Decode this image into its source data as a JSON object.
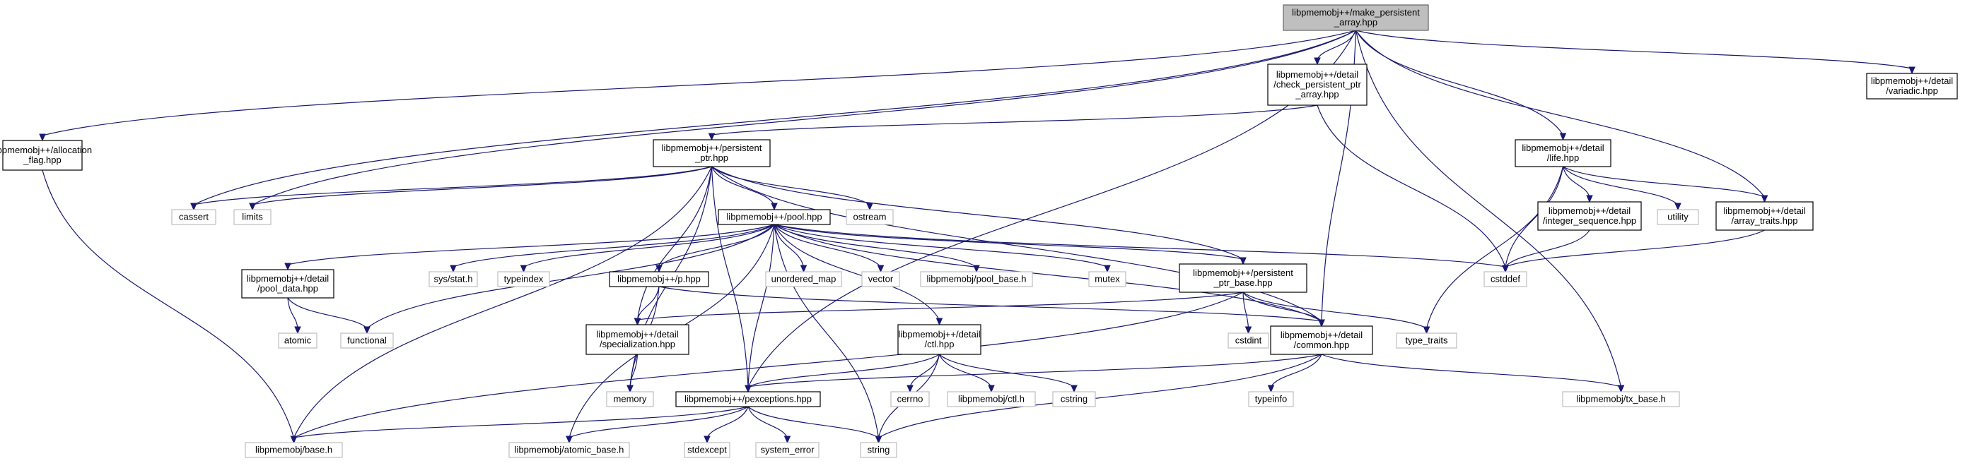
{
  "colors": {
    "edge": "#191970",
    "root_fill": "#bfbfbf",
    "node_fill": "#ffffff",
    "internal_border": "#000000",
    "external_border": "#bfbfbf"
  },
  "nodes": [
    {
      "id": "root",
      "kind": "root",
      "lines": [
        "libpmemobj++/make_persistent",
        "_array.hpp"
      ]
    },
    {
      "id": "alloc_flag",
      "kind": "internal",
      "lines": [
        "libpmemobj++/allocation",
        "_flag.hpp"
      ]
    },
    {
      "id": "check_ptr",
      "kind": "internal",
      "lines": [
        "libpmemobj++/detail",
        "/check_persistent_ptr",
        "_array.hpp"
      ]
    },
    {
      "id": "variadic",
      "kind": "internal",
      "lines": [
        "libpmemobj++/detail",
        "/variadic.hpp"
      ]
    },
    {
      "id": "persistent_ptr",
      "kind": "internal",
      "lines": [
        "libpmemobj++/persistent",
        "_ptr.hpp"
      ]
    },
    {
      "id": "life",
      "kind": "internal",
      "lines": [
        "libpmemobj++/detail",
        "/life.hpp"
      ]
    },
    {
      "id": "cassert",
      "kind": "external",
      "lines": [
        "cassert"
      ]
    },
    {
      "id": "limits",
      "kind": "external",
      "lines": [
        "limits"
      ]
    },
    {
      "id": "ostream",
      "kind": "external",
      "lines": [
        "ostream"
      ]
    },
    {
      "id": "pool",
      "kind": "internal",
      "lines": [
        "libpmemobj++/pool.hpp"
      ]
    },
    {
      "id": "integer_seq",
      "kind": "internal",
      "lines": [
        "libpmemobj++/detail",
        "/integer_sequence.hpp"
      ]
    },
    {
      "id": "utility",
      "kind": "external",
      "lines": [
        "utility"
      ]
    },
    {
      "id": "array_traits",
      "kind": "internal",
      "lines": [
        "libpmemobj++/detail",
        "/array_traits.hpp"
      ]
    },
    {
      "id": "pool_data",
      "kind": "internal",
      "lines": [
        "libpmemobj++/detail",
        "/pool_data.hpp"
      ]
    },
    {
      "id": "sys_stat",
      "kind": "external",
      "lines": [
        "sys/stat.h"
      ]
    },
    {
      "id": "typeindex",
      "kind": "external",
      "lines": [
        "typeindex"
      ]
    },
    {
      "id": "p_hpp",
      "kind": "internal",
      "lines": [
        "libpmemobj++/p.hpp"
      ]
    },
    {
      "id": "unordered_map",
      "kind": "external",
      "lines": [
        "unordered_map"
      ]
    },
    {
      "id": "vector",
      "kind": "external",
      "lines": [
        "vector"
      ]
    },
    {
      "id": "pool_base_h",
      "kind": "external",
      "lines": [
        "libpmemobj/pool_base.h"
      ]
    },
    {
      "id": "mutex",
      "kind": "external",
      "lines": [
        "mutex"
      ]
    },
    {
      "id": "ptr_base",
      "kind": "internal",
      "lines": [
        "libpmemobj++/persistent",
        "_ptr_base.hpp"
      ]
    },
    {
      "id": "cstddef",
      "kind": "external",
      "lines": [
        "cstddef"
      ]
    },
    {
      "id": "atomic",
      "kind": "external",
      "lines": [
        "atomic"
      ]
    },
    {
      "id": "functional",
      "kind": "external",
      "lines": [
        "functional"
      ]
    },
    {
      "id": "specialization",
      "kind": "internal",
      "lines": [
        "libpmemobj++/detail",
        "/specialization.hpp"
      ]
    },
    {
      "id": "ctl",
      "kind": "internal",
      "lines": [
        "libpmemobj++/detail",
        "/ctl.hpp"
      ]
    },
    {
      "id": "cstdint",
      "kind": "external",
      "lines": [
        "cstdint"
      ]
    },
    {
      "id": "common",
      "kind": "internal",
      "lines": [
        "libpmemobj++/detail",
        "/common.hpp"
      ]
    },
    {
      "id": "type_traits",
      "kind": "external",
      "lines": [
        "type_traits"
      ]
    },
    {
      "id": "memory",
      "kind": "external",
      "lines": [
        "memory"
      ]
    },
    {
      "id": "pexceptions",
      "kind": "internal",
      "lines": [
        "libpmemobj++/pexceptions.hpp"
      ]
    },
    {
      "id": "cerrno",
      "kind": "external",
      "lines": [
        "cerrno"
      ]
    },
    {
      "id": "ctl_h",
      "kind": "external",
      "lines": [
        "libpmemobj/ctl.h"
      ]
    },
    {
      "id": "cstring",
      "kind": "external",
      "lines": [
        "cstring"
      ]
    },
    {
      "id": "typeinfo",
      "kind": "external",
      "lines": [
        "typeinfo"
      ]
    },
    {
      "id": "tx_base",
      "kind": "external",
      "lines": [
        "libpmemobj/tx_base.h"
      ]
    },
    {
      "id": "base_h",
      "kind": "external",
      "lines": [
        "libpmemobj/base.h"
      ]
    },
    {
      "id": "atomic_base",
      "kind": "external",
      "lines": [
        "libpmemobj/atomic_base.h"
      ]
    },
    {
      "id": "stdexcept",
      "kind": "external",
      "lines": [
        "stdexcept"
      ]
    },
    {
      "id": "system_error",
      "kind": "external",
      "lines": [
        "system_error"
      ]
    },
    {
      "id": "string",
      "kind": "external",
      "lines": [
        "string"
      ]
    }
  ],
  "edges": [
    [
      "root",
      "alloc_flag"
    ],
    [
      "root",
      "check_ptr"
    ],
    [
      "root",
      "variadic"
    ],
    [
      "root",
      "life"
    ],
    [
      "root",
      "array_traits"
    ],
    [
      "root",
      "cassert"
    ],
    [
      "root",
      "limits"
    ],
    [
      "root",
      "common"
    ],
    [
      "root",
      "pexceptions"
    ],
    [
      "root",
      "tx_base"
    ],
    [
      "alloc_flag",
      "base_h"
    ],
    [
      "check_ptr",
      "persistent_ptr"
    ],
    [
      "check_ptr",
      "cstddef"
    ],
    [
      "persistent_ptr",
      "cassert"
    ],
    [
      "persistent_ptr",
      "limits"
    ],
    [
      "persistent_ptr",
      "ostream"
    ],
    [
      "persistent_ptr",
      "pool"
    ],
    [
      "persistent_ptr",
      "ptr_base"
    ],
    [
      "persistent_ptr",
      "common"
    ],
    [
      "persistent_ptr",
      "specialization"
    ],
    [
      "persistent_ptr",
      "pexceptions"
    ],
    [
      "persistent_ptr",
      "memory"
    ],
    [
      "persistent_ptr",
      "base_h"
    ],
    [
      "life",
      "integer_seq"
    ],
    [
      "life",
      "utility"
    ],
    [
      "life",
      "array_traits"
    ],
    [
      "life",
      "cstddef"
    ],
    [
      "life",
      "type_traits"
    ],
    [
      "integer_seq",
      "cstddef"
    ],
    [
      "array_traits",
      "cstddef"
    ],
    [
      "pool",
      "pool_data"
    ],
    [
      "pool",
      "sys_stat"
    ],
    [
      "pool",
      "typeindex"
    ],
    [
      "pool",
      "p_hpp"
    ],
    [
      "pool",
      "unordered_map"
    ],
    [
      "pool",
      "vector"
    ],
    [
      "pool",
      "pool_base_h"
    ],
    [
      "pool",
      "mutex"
    ],
    [
      "pool",
      "ptr_base"
    ],
    [
      "pool",
      "cstddef"
    ],
    [
      "pool",
      "functional"
    ],
    [
      "pool",
      "ctl"
    ],
    [
      "pool",
      "common"
    ],
    [
      "pool",
      "pexceptions"
    ],
    [
      "pool",
      "atomic_base"
    ],
    [
      "pool",
      "string"
    ],
    [
      "pool_data",
      "atomic"
    ],
    [
      "pool_data",
      "functional"
    ],
    [
      "p_hpp",
      "specialization"
    ],
    [
      "p_hpp",
      "common"
    ],
    [
      "p_hpp",
      "memory"
    ],
    [
      "ptr_base",
      "specialization"
    ],
    [
      "ptr_base",
      "cstdint"
    ],
    [
      "ptr_base",
      "common"
    ],
    [
      "ptr_base",
      "type_traits"
    ],
    [
      "ptr_base",
      "base_h"
    ],
    [
      "specialization",
      "memory"
    ],
    [
      "ctl",
      "pexceptions"
    ],
    [
      "ctl",
      "cerrno"
    ],
    [
      "ctl",
      "ctl_h"
    ],
    [
      "ctl",
      "cstring"
    ],
    [
      "ctl",
      "string"
    ],
    [
      "common",
      "pexceptions"
    ],
    [
      "common",
      "typeinfo"
    ],
    [
      "common",
      "tx_base"
    ],
    [
      "common",
      "string"
    ],
    [
      "pexceptions",
      "base_h"
    ],
    [
      "pexceptions",
      "atomic_base"
    ],
    [
      "pexceptions",
      "stdexcept"
    ],
    [
      "pexceptions",
      "system_error"
    ],
    [
      "pexceptions",
      "string"
    ]
  ]
}
